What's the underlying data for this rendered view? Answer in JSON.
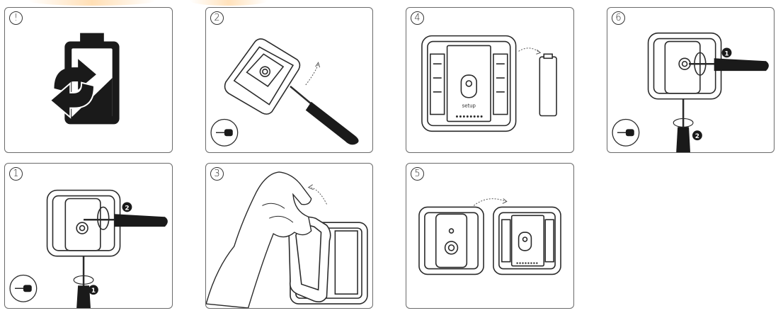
{
  "steps": [
    {
      "id": "p-warning",
      "label": "!",
      "icon": "battery-replace-icon"
    },
    {
      "id": "p2",
      "label": "2",
      "icon": "pry-cover-with-screwdriver-icon"
    },
    {
      "id": "p4",
      "label": "4",
      "icon": "battery-removal-icon"
    },
    {
      "id": "p6",
      "label": "6",
      "icon": "screw-in-cover-icon"
    },
    {
      "id": "p1",
      "label": "1",
      "icon": "unscrew-cover-icon"
    },
    {
      "id": "p3",
      "label": "3",
      "icon": "lift-cover-by-hand-icon"
    },
    {
      "id": "p5",
      "label": "5",
      "icon": "separate-halves-icon"
    }
  ],
  "device": {
    "setup_label": "setup"
  },
  "callouts": {
    "one": "1",
    "two": "2"
  },
  "colors": {
    "line": "#2a2a2a",
    "fill_dark": "#1a1a1a",
    "panel_border": "#6a6a6a"
  }
}
